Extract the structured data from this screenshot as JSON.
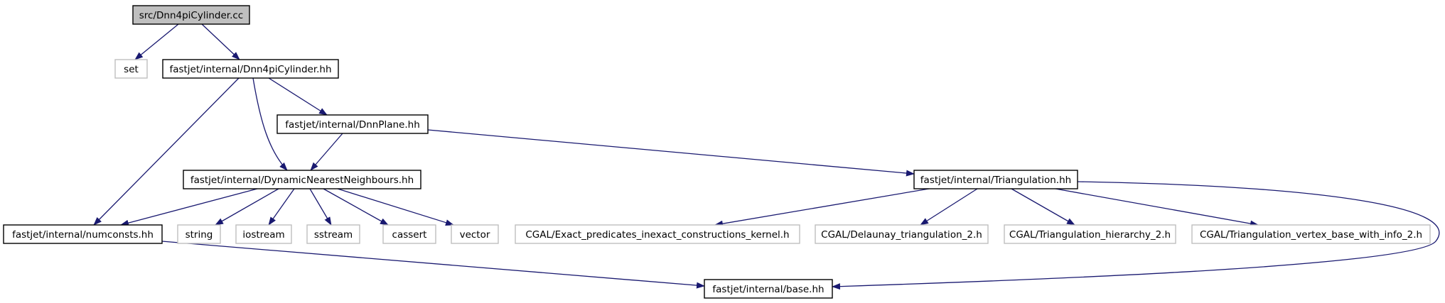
{
  "colors": {
    "edge": "#191970",
    "border_local": "#000000",
    "border_external": "#bfbfbf",
    "fill_root": "#bfbfbf",
    "fill_default": "#ffffff",
    "text": "#000000"
  },
  "nodes": [
    {
      "id": "root",
      "label": "src/Dnn4piCylinder.cc",
      "kind": "root"
    },
    {
      "id": "set",
      "label": "set",
      "kind": "external"
    },
    {
      "id": "dnn4pi",
      "label": "fastjet/internal/Dnn4piCylinder.hh",
      "kind": "local"
    },
    {
      "id": "dnnplane",
      "label": "fastjet/internal/DnnPlane.hh",
      "kind": "local"
    },
    {
      "id": "dnn",
      "label": "fastjet/internal/DynamicNearestNeighbours.hh",
      "kind": "local"
    },
    {
      "id": "triang",
      "label": "fastjet/internal/Triangulation.hh",
      "kind": "local"
    },
    {
      "id": "numconsts",
      "label": "fastjet/internal/numconsts.hh",
      "kind": "local"
    },
    {
      "id": "string",
      "label": "string",
      "kind": "external"
    },
    {
      "id": "iostream",
      "label": "iostream",
      "kind": "external"
    },
    {
      "id": "sstream",
      "label": "sstream",
      "kind": "external"
    },
    {
      "id": "cassert",
      "label": "cassert",
      "kind": "external"
    },
    {
      "id": "vector",
      "label": "vector",
      "kind": "external"
    },
    {
      "id": "cgal_exact",
      "label": "CGAL/Exact_predicates_inexact_constructions_kernel.h",
      "kind": "external"
    },
    {
      "id": "cgal_delaunay",
      "label": "CGAL/Delaunay_triangulation_2.h",
      "kind": "external"
    },
    {
      "id": "cgal_hier",
      "label": "CGAL/Triangulation_hierarchy_2.h",
      "kind": "external"
    },
    {
      "id": "cgal_vertex",
      "label": "CGAL/Triangulation_vertex_base_with_info_2.h",
      "kind": "external"
    },
    {
      "id": "base",
      "label": "fastjet/internal/base.hh",
      "kind": "local"
    }
  ],
  "edges": [
    [
      "root",
      "set"
    ],
    [
      "root",
      "dnn4pi"
    ],
    [
      "dnn4pi",
      "numconsts"
    ],
    [
      "dnn4pi",
      "dnn"
    ],
    [
      "dnn4pi",
      "dnnplane"
    ],
    [
      "dnnplane",
      "dnn"
    ],
    [
      "dnnplane",
      "triang"
    ],
    [
      "dnn",
      "numconsts"
    ],
    [
      "dnn",
      "string"
    ],
    [
      "dnn",
      "iostream"
    ],
    [
      "dnn",
      "sstream"
    ],
    [
      "dnn",
      "cassert"
    ],
    [
      "dnn",
      "vector"
    ],
    [
      "triang",
      "cgal_exact"
    ],
    [
      "triang",
      "cgal_delaunay"
    ],
    [
      "triang",
      "cgal_hier"
    ],
    [
      "triang",
      "cgal_vertex"
    ],
    [
      "triang",
      "base"
    ],
    [
      "numconsts",
      "base"
    ]
  ]
}
